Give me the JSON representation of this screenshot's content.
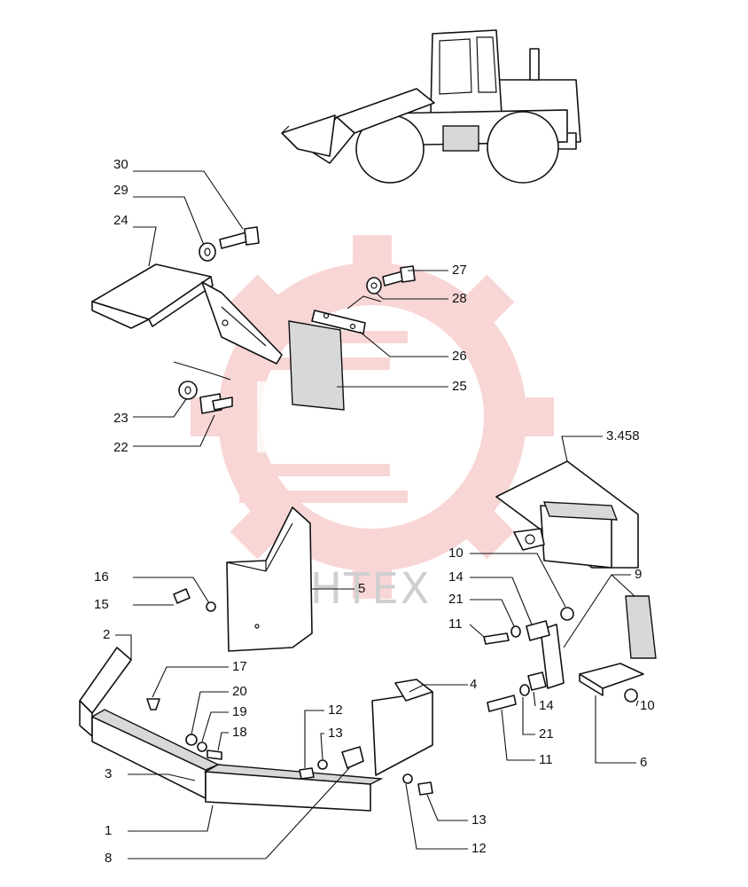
{
  "watermark": {
    "text": "ИНТЕХ",
    "gear_color": "#f3b5b5",
    "text_color": "#cfcfcf"
  },
  "callouts": [
    {
      "id": "c30",
      "text": "30"
    },
    {
      "id": "c29",
      "text": "29"
    },
    {
      "id": "c24",
      "text": "24"
    },
    {
      "id": "c27",
      "text": "27"
    },
    {
      "id": "c28",
      "text": "28"
    },
    {
      "id": "c26",
      "text": "26"
    },
    {
      "id": "c25",
      "text": "25"
    },
    {
      "id": "c23",
      "text": "23"
    },
    {
      "id": "c22",
      "text": "22"
    },
    {
      "id": "c3458",
      "text": "3.458"
    },
    {
      "id": "c10a",
      "text": "10"
    },
    {
      "id": "c14a",
      "text": "14"
    },
    {
      "id": "c21a",
      "text": "21"
    },
    {
      "id": "c11a",
      "text": "11"
    },
    {
      "id": "c9",
      "text": "9"
    },
    {
      "id": "c16",
      "text": "16"
    },
    {
      "id": "c15",
      "text": "15"
    },
    {
      "id": "c5",
      "text": "5"
    },
    {
      "id": "c2",
      "text": "2"
    },
    {
      "id": "c17",
      "text": "17"
    },
    {
      "id": "c20",
      "text": "20"
    },
    {
      "id": "c19",
      "text": "19"
    },
    {
      "id": "c18",
      "text": "18"
    },
    {
      "id": "c12a",
      "text": "12"
    },
    {
      "id": "c13a",
      "text": "13"
    },
    {
      "id": "c4",
      "text": "4"
    },
    {
      "id": "c10b",
      "text": "10"
    },
    {
      "id": "c14b",
      "text": "14"
    },
    {
      "id": "c21b",
      "text": "21"
    },
    {
      "id": "c11b",
      "text": "11"
    },
    {
      "id": "c6",
      "text": "6"
    },
    {
      "id": "c3",
      "text": "3"
    },
    {
      "id": "c1",
      "text": "1"
    },
    {
      "id": "c13b",
      "text": "13"
    },
    {
      "id": "c12b",
      "text": "12"
    },
    {
      "id": "c8",
      "text": "8"
    }
  ]
}
